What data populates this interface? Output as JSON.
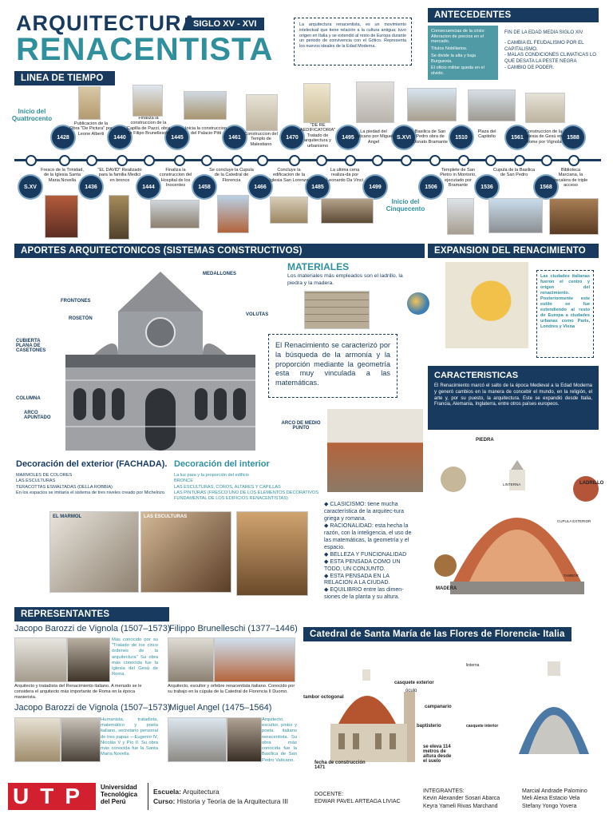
{
  "title": {
    "line1": "ARQUITECTURA",
    "line2": "RENACENTISTA",
    "period": "SIGLO XV - XVI"
  },
  "intro": "La arquitectura renacentista, es un movimiento intelectual que tiene relación a la cultura antigua; tuvo origen en Italia y se extendió al resto de Europa durante un periodo de convivencia con el Gótico. Representa los nuevos ideales de la Edad Moderna.",
  "antecedentes": {
    "header": "ANTECEDENTES",
    "bullets": [
      "Consecuencias de la crisis: Alteracion de precios en el mercado.",
      "Titulos Nobiliarios.",
      "Se divide la alta y baja Burguesia.",
      "El oficio militar queda en el olvido."
    ],
    "right_title": "FIN DE LA EDAD MEDIA SIGLO XIV",
    "right_items": [
      "- CAMBIA EL FEUDALISMO POR EL CAPITALISMO.",
      "- MALAS CONDICIONES CLIMATICAS LO QUE DESATA LA PESTE NEGRA",
      "- CAMBIO DE PODER."
    ]
  },
  "timeline": {
    "header": "LINEA DE TIEMPO",
    "inicio_quattrocento": "Inicio del Quattrocento",
    "inicio_cinquecento": "Inicio del Cinquecento",
    "top": [
      {
        "year": "1428",
        "text": "Fresco de la Trinidad, de la Iglesia Santa Maria Novella"
      },
      {
        "year": "1436",
        "text": "Publicacion de la Obra \"De Pictura\" por Leone Alberti"
      },
      {
        "year": "1440",
        "text": "\"EL DAVID\" Realizado para la familia Medici en bronce"
      },
      {
        "year": "1445",
        "text": "Finaliza la construccion de la Capilla de Pazzi, obra de Filipo Brunelleschi"
      },
      {
        "year": "1461",
        "text": "Inicia la construccion del Palacio Pitti"
      },
      {
        "year": "1470",
        "text": "Construccion del Templo de Malestiano"
      },
      {
        "year": "1495",
        "text": "\"DE RE AEDIFICATORIA\" Tratado de arquitectura y urbanismo"
      },
      {
        "year": "S.XVI",
        "text": "La piedad del Vaticano por Miguel Angel"
      },
      {
        "year": "1510",
        "text": "Basilica de San Pedro obra de Donato Bramante"
      },
      {
        "year": "1561",
        "text": "Plaza del Capitolio"
      },
      {
        "year": "1588",
        "text": "Construccion de la Iglesia de Gesù en Rome por Vignola"
      }
    ],
    "bottom": [
      {
        "year": "S.XV",
        "text": ""
      },
      {
        "year": "1444",
        "text": "Finaliza la construccion del Hospital de los Inocentes"
      },
      {
        "year": "1458",
        "text": "Se concluye la Cupula de la Catedral de Florencia"
      },
      {
        "year": "1466",
        "text": "Concluye la edificacion de la Iglesia San Lorenzo"
      },
      {
        "year": "1485",
        "text": "La ultima cena realiza-da por Leonardo Da Vinci"
      },
      {
        "year": "1499",
        "text": ""
      },
      {
        "year": "1506",
        "text": "Templete de San Pietro in Montorio, ejecutado por Bramante"
      },
      {
        "year": "1536",
        "text": "Cupula de la Basilica de San Pedro"
      },
      {
        "year": "1568",
        "text": "Biblioteca Marciana, la escalera de triple acceso"
      }
    ]
  },
  "aportes": {
    "header": "APORTES ARQUITECTONICOS (SISTEMAS CONSTRUCTIVOS)",
    "labels": [
      "MEDALLONES",
      "FRONTONES",
      "ROSETÓN",
      "VOLUTAS",
      "CUBIERTA PLANA DE CASETONES",
      "COLUMNA",
      "ARCO APUNTADO",
      "ARCO DE MEDIO PUNTO"
    ],
    "materiales_title": "MATERIALES",
    "materiales_text": "Los materiales más empleados son el ladrillo, la piedra y la madera.",
    "quote": "El Renacimiento se caracterizó por la búsqueda de la armonía y la proporción mediante la geometría esta muy vinculada a las matemáticas."
  },
  "decoracion": {
    "exterior_title": "Decoración del exterior (FACHADA).",
    "exterior_items": [
      "MARMOLES DE COLORES",
      "LAS ESCULTURAS",
      "TERACOTTAS ESMALTADAS (DELLA ROBBIA)",
      "En los espacios se imitaría el sistema de tres niveles creado por Michelozo."
    ],
    "interior_title": "Decoración del interior",
    "interior_items": [
      "La luz para y la proporción del edificio",
      "BRONCE",
      "LAS ESCULTURAS, COROS, ALTARES Y CAPILLAS",
      "LAS PINTURAS (FRESCO UNO DE LOS ELEMENTOS DECORATIVOS FUNDAMENTAL DE LOS EDIFICIOS RENACENTISTAS)"
    ],
    "photo_labels": [
      "EL MARMOL",
      "LAS ESCULTURAS"
    ]
  },
  "expansion": {
    "header": "EXPANSION DEL RENACIMIENTO",
    "text": "Las ciudades italianas fueron el centro y origen del renacimiento. Posteriormente este estilo se fue extendiendo al resto de Europa a ciudades urbanas como Paris, Londres y Viena"
  },
  "caracteristicas": {
    "header": "CARACTERISTICAS",
    "text": "El Renacimiento marcó el salto de la época Medieval a la Edad Moderna y generó cambios en la manera de concebir el mundo, en la religión, el arte y, por su puesto, la arquitectura. Este se expandió desde Italia, Francia, Alemania, Inglaterra, entre otros países europeos.",
    "list": [
      "CLASICISMO: tiene mucha característica de la arquitec-tura griega y romana.",
      "RACIONALIDAD: esta hecha la razón, con la inteligencia, el uso de las matemáticas, la geometría y el espacio.",
      "BELLEZA Y FUNCIONALIDAD",
      "ESTA PENSADA COMO UN TODO, UN CONJUNTO.",
      "ESTA PENSADA EN LA RELACION A LA CIUDAD.",
      "EQUILIBRIO entre las dimen-siones de la planta y su altura."
    ],
    "dome_labels": [
      "PIEDRA",
      "LADRILLO",
      "MADERA",
      "LINTERNA",
      "CUPULA EXTERIOR",
      "TAMBOR"
    ]
  },
  "representantes": {
    "header": "REPRESENTANTES",
    "people": [
      {
        "name": "Jacopo Barozzi de Vignola (1507–1573)",
        "desc": "Más conocido por su \"Tratado de los cinco órdenes de la arquitectura\" Su obra más conocida fue la Iglesia del Gesù de Roma.",
        "caption": "Arquitecto y tratadista del Renacimiento italiano. A menudo se le considera el arquitecto más importante de Roma en la época manierista."
      },
      {
        "name": "Filippo Brunelleschi (1377–1446)",
        "desc": "",
        "caption": "Arquitecto, escultor y orfebre renacentista italiano. Conocido por su trabajo en la cúpula de la Catedral de Florencia II Duomo."
      },
      {
        "name": "Jacopo Barozzi de Vignola (1507–1573)",
        "desc": "Humanista, tratadista, matemático y poeta italiano, secretario personal de tres papas —Eugenio IV, Nicolás V y Pío II. Su obra más conocida fue la Santa María Novella",
        "caption": ""
      },
      {
        "name": "Miguel Angel (1475–1564)",
        "desc": "Arquitecto, escultor, pintor y poeta italiano renacentista. Su obra más conocida fue la Basílica de San Pedro Vaticano.",
        "caption": ""
      }
    ]
  },
  "catedral": {
    "header": "Catedral de Santa María de las Flores de Florencia- Italia",
    "labels": [
      "tambor octogonal",
      "casquete exterior",
      "óculo",
      "campanario",
      "baptisterio",
      "fecha de construcción 1471",
      "se eleva 114 metros de altura desde el suelo",
      "linterna",
      "casquete interior"
    ]
  },
  "footer": {
    "logo": "UTP",
    "university": "Universidad Tecnológica del Perú",
    "escuela_label": "Escuela:",
    "escuela": "Arquitectura",
    "curso_label": "Curso:",
    "curso": "Historia y Teoría de la Arquitectura III",
    "docente_label": "DOCENTE:",
    "docente": "EDWAR PAVEL ARTEAGA LIVIAC",
    "integrantes_label": "INTEGRANTES:",
    "integrantes": [
      "Kevin Alexander Sosari Abarca",
      "Keyra Yameli Rivas Marchand",
      "Marcial Andrade Palomino",
      "Meli Alexa Estacio Vela",
      "Stefany Yongo Yovera"
    ]
  }
}
